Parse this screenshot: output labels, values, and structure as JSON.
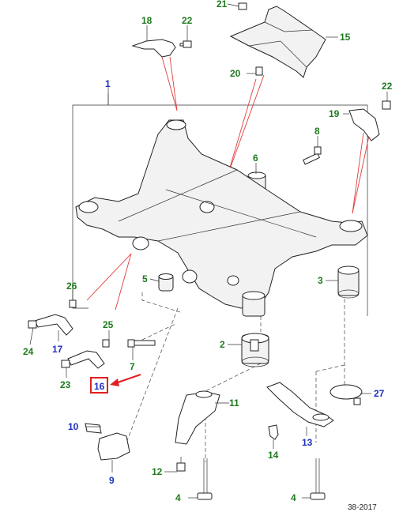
{
  "callouts": [
    {
      "id": "c1",
      "text": "1",
      "color": "#1f2fbf"
    },
    {
      "id": "c2",
      "text": "2",
      "color": "#1e7a1e"
    },
    {
      "id": "c3",
      "text": "3",
      "color": "#1e7a1e"
    },
    {
      "id": "c4a",
      "text": "4",
      "color": "#1e7a1e"
    },
    {
      "id": "c4b",
      "text": "4",
      "color": "#1e7a1e"
    },
    {
      "id": "c5",
      "text": "5",
      "color": "#1e7a1e"
    },
    {
      "id": "c6",
      "text": "6",
      "color": "#1e7a1e"
    },
    {
      "id": "c7",
      "text": "7",
      "color": "#1e7a1e"
    },
    {
      "id": "c8",
      "text": "8",
      "color": "#1e7a1e"
    },
    {
      "id": "c9",
      "text": "9",
      "color": "#1f2fbf"
    },
    {
      "id": "c10",
      "text": "10",
      "color": "#1f2fbf"
    },
    {
      "id": "c11",
      "text": "11",
      "color": "#1e7a1e"
    },
    {
      "id": "c12",
      "text": "12",
      "color": "#1e7a1e"
    },
    {
      "id": "c13",
      "text": "13",
      "color": "#1f2fbf"
    },
    {
      "id": "c14",
      "text": "14",
      "color": "#1e7a1e"
    },
    {
      "id": "c15",
      "text": "15",
      "color": "#1e7a1e"
    },
    {
      "id": "c16",
      "text": "16",
      "color": "#1f2fbf"
    },
    {
      "id": "c17",
      "text": "17",
      "color": "#1f2fbf"
    },
    {
      "id": "c18",
      "text": "18",
      "color": "#1e7a1e"
    },
    {
      "id": "c19",
      "text": "19",
      "color": "#1e7a1e"
    },
    {
      "id": "c20",
      "text": "20",
      "color": "#1e7a1e"
    },
    {
      "id": "c21",
      "text": "21",
      "color": "#1e7a1e"
    },
    {
      "id": "c22a",
      "text": "22",
      "color": "#1e7a1e"
    },
    {
      "id": "c22b",
      "text": "22",
      "color": "#1e7a1e"
    },
    {
      "id": "c23",
      "text": "23",
      "color": "#1e7a1e"
    },
    {
      "id": "c24",
      "text": "24",
      "color": "#1e7a1e"
    },
    {
      "id": "c25",
      "text": "25",
      "color": "#1e7a1e"
    },
    {
      "id": "c26",
      "text": "26",
      "color": "#1e7a1e"
    },
    {
      "id": "c27",
      "text": "27",
      "color": "#1f2fbf"
    }
  ],
  "highlight": {
    "callout": "16",
    "box_color": "#e02020",
    "arrow_color": "#e02020"
  },
  "footer": {
    "code": "38-2017"
  }
}
